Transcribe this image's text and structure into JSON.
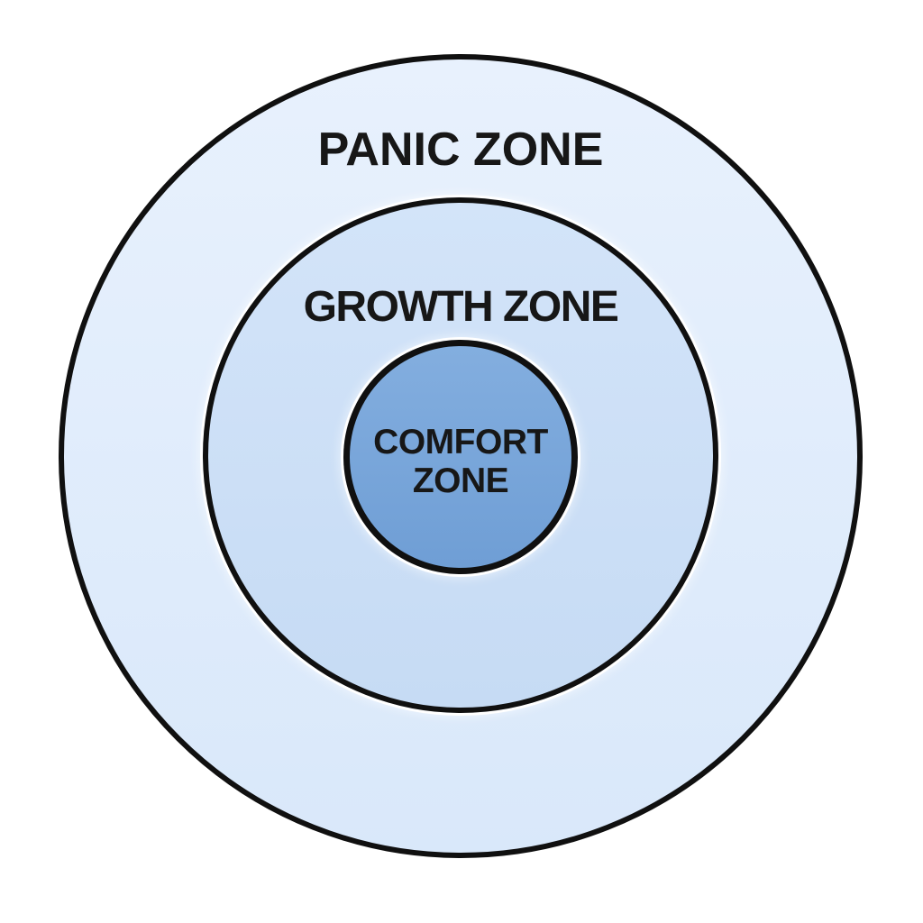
{
  "diagram": {
    "type": "concentric-zones",
    "background": "#ffffff",
    "stroke_color": "#101010",
    "text_color": "#171717",
    "halo_color": "#ffffff",
    "zones": [
      {
        "id": "panic-zone",
        "label": "PANIC ZONE",
        "fill_top": "#e8f1fd",
        "fill_bottom": "#d9e8fa"
      },
      {
        "id": "growth-zone",
        "label": "GROWTH ZONE",
        "fill_top": "#d3e4f9",
        "fill_bottom": "#c6dbf4"
      },
      {
        "id": "comfort-zone",
        "label": "COMFORT ZONE",
        "label_lines": [
          "COMFORT",
          "ZONE"
        ],
        "fill_top": "#83aedf",
        "fill_bottom": "#6f9ed5"
      }
    ]
  }
}
